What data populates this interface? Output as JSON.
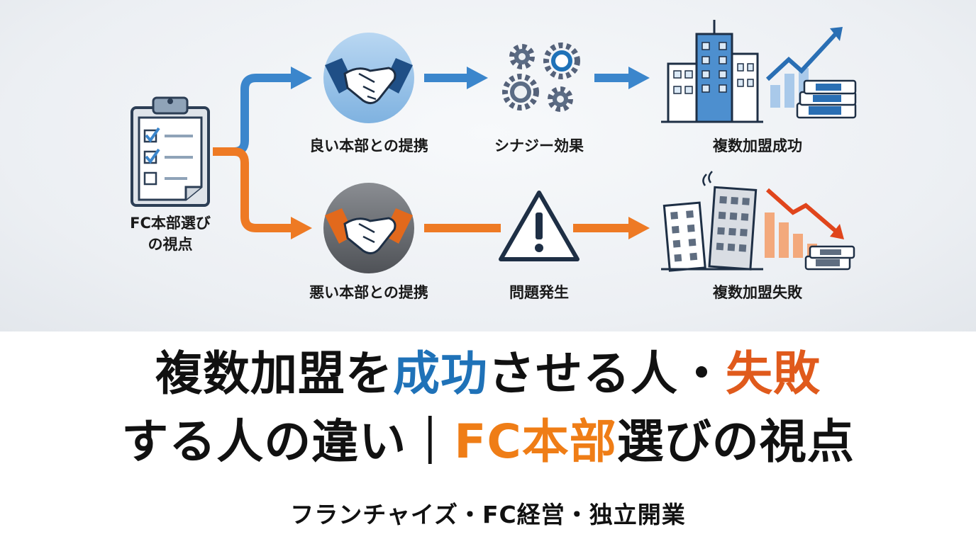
{
  "diagram": {
    "start_label_line1": "FC本部選び",
    "start_label_line2": "の視点",
    "success_path": {
      "step1": "良い本部との提携",
      "step2": "シナジー効果",
      "step3": "複数加盟成功",
      "color": "#3b86cc"
    },
    "failure_path": {
      "step1": "悪い本部との提携",
      "step2": "問題発生",
      "step3": "複数加盟失敗",
      "color": "#ee7a24"
    },
    "icons": [
      "clipboard-checklist-icon",
      "handshake-icon",
      "gears-icon",
      "buildings-icon",
      "rising-chart-icon",
      "money-stack-icon",
      "warning-icon",
      "falling-chart-icon"
    ]
  },
  "title": {
    "line1": {
      "part1": "複数加盟を",
      "part2": "成功",
      "part3": "させる人・",
      "part4": "失敗"
    },
    "line2": {
      "part1": "する人の違い｜",
      "part2": "FC本部",
      "part3": "選びの視点"
    },
    "colors": {
      "success": "#1f72b8",
      "failure": "#e05a1c",
      "accent": "#ef7d16"
    }
  },
  "subtitle": "フランチャイズ・FC経営・独立開業"
}
